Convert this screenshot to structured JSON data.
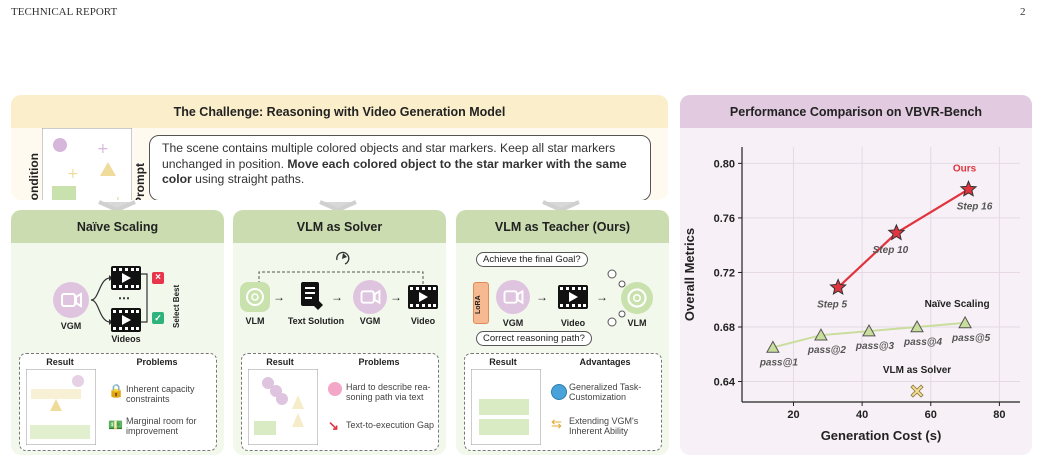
{
  "header": {
    "left": "TECHNICAL REPORT",
    "page": "2"
  },
  "challenge": {
    "title": "The Challenge: Reasoning with Video Generation Model",
    "condition_label": "Condition",
    "prompt_label": "Prompt",
    "prompt_part1": "The scene contains multiple colored objects and star markers. Keep all star markers unchanged in position. ",
    "prompt_bold": "Move each colored object to the star marker with the same color",
    "prompt_part2": " using straight paths."
  },
  "naive": {
    "title": "Naïve Scaling",
    "vgm": "VGM",
    "videos": "Videos",
    "select_best": "Select Best",
    "result": "Result",
    "problems": "Problems",
    "p1": "Inherent capacity constraints",
    "p2": "Marginal room for improvement"
  },
  "solver": {
    "title": "VLM as Solver",
    "vlm": "VLM",
    "text_solution": "Text Solution",
    "vgm": "VGM",
    "video": "Video",
    "result": "Result",
    "problems": "Problems",
    "p1": "Hard to describe rea-soning path via text",
    "p2": "Text-to-execution Gap"
  },
  "teacher": {
    "title": "VLM as Teacher (Ours)",
    "bubble_top": "Achieve the final Goal?",
    "bubble_bottom": "Correct reasoning path?",
    "lora": "LoRA",
    "vgm": "VGM",
    "video": "Video",
    "vlm": "VLM",
    "result": "Result",
    "advantages": "Advantages",
    "a1": "Generalized Task-Customization",
    "a2": "Extending VGM's Inherent Ability"
  },
  "colors": {
    "yellow_head": "#fbeecb",
    "green_head": "#cbddb0",
    "purple_head": "#e2cbe0",
    "green_bg": "#f3f8ec",
    "purple_bg": "#f7f0f6",
    "ours_line": "#e0343f",
    "naive_line": "#c9de9c"
  },
  "perf": {
    "title": "Performance Comparison on VBVR-Bench"
  },
  "chart_data": {
    "type": "scatter",
    "xlabel": "Generation Cost (s)",
    "ylabel": "Overall Metrics",
    "xlim": [
      5,
      86
    ],
    "ylim": [
      0.625,
      0.812
    ],
    "xticks": [
      20,
      40,
      60,
      80
    ],
    "yticks": [
      0.64,
      0.68,
      0.72,
      0.76,
      0.8
    ],
    "grid": true,
    "series": [
      {
        "name": "Ours",
        "marker": "star",
        "color": "#e0343f",
        "points": [
          {
            "x": 33,
            "y": 0.709,
            "label": "Step 5"
          },
          {
            "x": 50,
            "y": 0.749,
            "label": "Step 10"
          },
          {
            "x": 71,
            "y": 0.781,
            "label": "Step 16"
          }
        ]
      },
      {
        "name": "Naïve Scaling",
        "marker": "triangle",
        "color": "#c9de9c",
        "points": [
          {
            "x": 14,
            "y": 0.665,
            "label": "pass@1"
          },
          {
            "x": 28,
            "y": 0.674,
            "label": "pass@2"
          },
          {
            "x": 42,
            "y": 0.677,
            "label": "pass@3"
          },
          {
            "x": 56,
            "y": 0.68,
            "label": "pass@4"
          },
          {
            "x": 70,
            "y": 0.683,
            "label": "pass@5"
          }
        ]
      },
      {
        "name": "VLM as Solver",
        "marker": "x",
        "color": "#f2dc90",
        "points": [
          {
            "x": 56,
            "y": 0.633,
            "label": ""
          }
        ]
      }
    ]
  }
}
